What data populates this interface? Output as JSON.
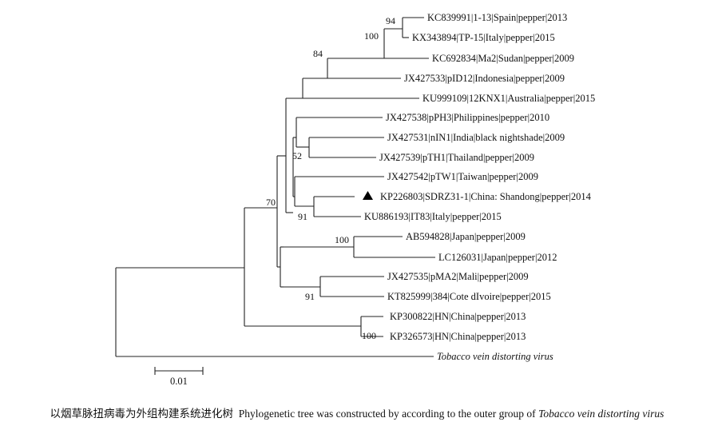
{
  "tree": {
    "taxa": {
      "kc839991": "KC839991|1-13|Spain|pepper|2013",
      "kx343894": "KX343894|TP-15|Italy|pepper|2015",
      "kc692834": "KC692834|Ma2|Sudan|pepper|2009",
      "jx427533": "JX427533|pID12|Indonesia|pepper|2009",
      "ku999109": "KU999109|12KNX1|Australia|pepper|2015",
      "jx427538": "JX427538|pPH3|Philippines|pepper|2010",
      "jx427531": "JX427531|nIN1|India|black nightshade|2009",
      "jx427539": "JX427539|pTH1|Thailand|pepper|2009",
      "jx427542": "JX427542|pTW1|Taiwan|pepper|2009",
      "kp226803": "KP226803|SDRZ31-1|China: Shandong|pepper|2014",
      "ku886193": "KU886193|IT83|Italy|pepper|2015",
      "ab594828": "AB594828|Japan|pepper|2009",
      "lc126031": "LC126031|Japan|pepper|2012",
      "jx427535": "JX427535|pMA2|Mali|pepper|2009",
      "kt825999": "KT825999|384|Cote dIvoire|pepper|2015",
      "kp300822": "KP300822|HN|China|pepper|2013",
      "kp326573": "KP326573|HN|China|pepper|2013",
      "outgroup": "Tobacco vein distorting virus"
    },
    "bootstrap": {
      "b94": "94",
      "b100_spain_italy": "100",
      "b84": "84",
      "b52": "52",
      "b91_italy": "91",
      "b100_japan": "100",
      "b91_africa": "91",
      "b70": "70",
      "b100_hn": "100"
    },
    "marker_icon": "black-triangle"
  },
  "scale_bar": {
    "label": "0.01"
  },
  "caption": {
    "chinese": "以烟草脉扭病毒为外组构建系统进化树",
    "english": "Phylogenetic tree was constructed by according to the outer group of",
    "italic": "Tobacco vein distorting virus"
  }
}
